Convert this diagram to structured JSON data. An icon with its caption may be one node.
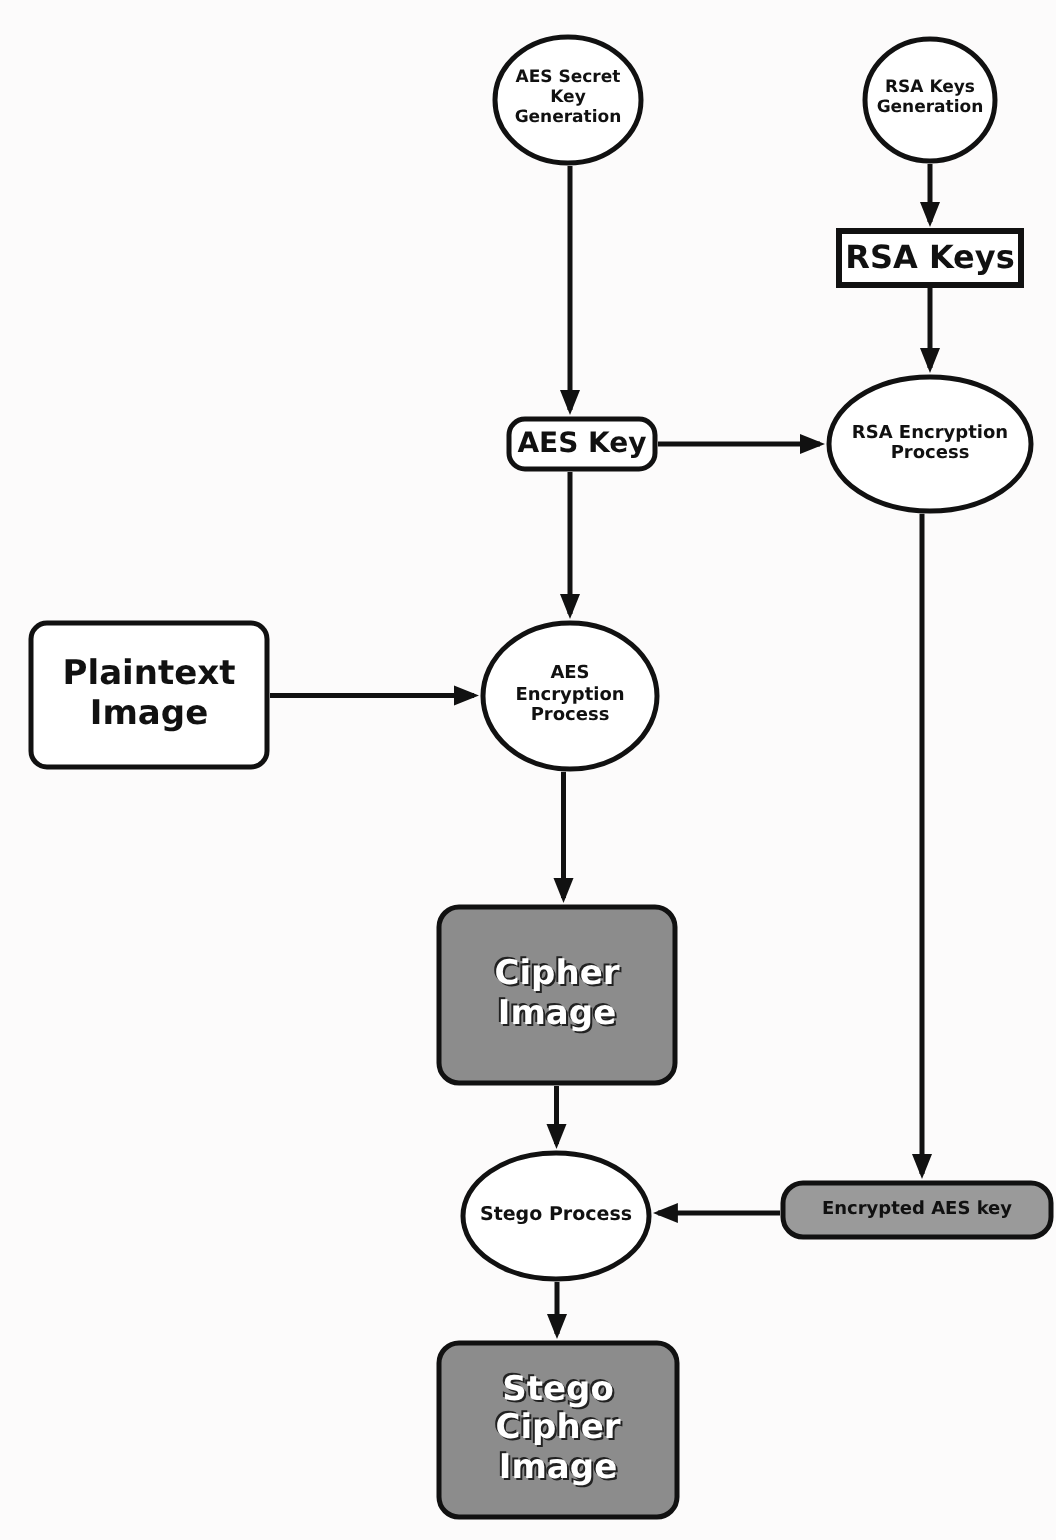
{
  "diagram": {
    "nodes": [
      {
        "text": [
          "AES Secret Key Generation"
        ]
      },
      {
        "text": [
          "RSA Keys Generation"
        ]
      },
      {
        "text": [
          "RSA Keys"
        ]
      },
      {
        "text": [
          "AES Key"
        ]
      },
      {
        "text": [
          "RSA Encryption Process"
        ]
      },
      {
        "text": [
          "Plaintext Image"
        ]
      },
      {
        "text": [
          "AES Encryption Process"
        ]
      },
      {
        "text": [
          "Cipher Image"
        ]
      },
      {
        "text": [
          "Stego Process"
        ]
      },
      {
        "text": [
          "Encrypted AES key"
        ]
      },
      {
        "text": [
          "Stego Cipher Image"
        ]
      }
    ],
    "edges": [
      {
        "from": 0,
        "to": 3,
        "arrow": "to"
      },
      {
        "from": 1,
        "to": 2,
        "arrow": "to"
      },
      {
        "from": 2,
        "to": 4,
        "arrow": "to"
      },
      {
        "from": 3,
        "to": 4,
        "arrow": "to"
      },
      {
        "from": 3,
        "to": 6,
        "arrow": "to"
      },
      {
        "from": 5,
        "to": 6,
        "arrow": "to"
      },
      {
        "from": 6,
        "to": 7,
        "arrow": "to"
      },
      {
        "from": 4,
        "to": 9,
        "arrow": "to"
      },
      {
        "from": 7,
        "to": 8,
        "arrow": "to"
      },
      {
        "from": 9,
        "to": 8,
        "arrow": "to"
      },
      {
        "from": 8,
        "to": 10,
        "arrow": "to"
      }
    ]
  }
}
